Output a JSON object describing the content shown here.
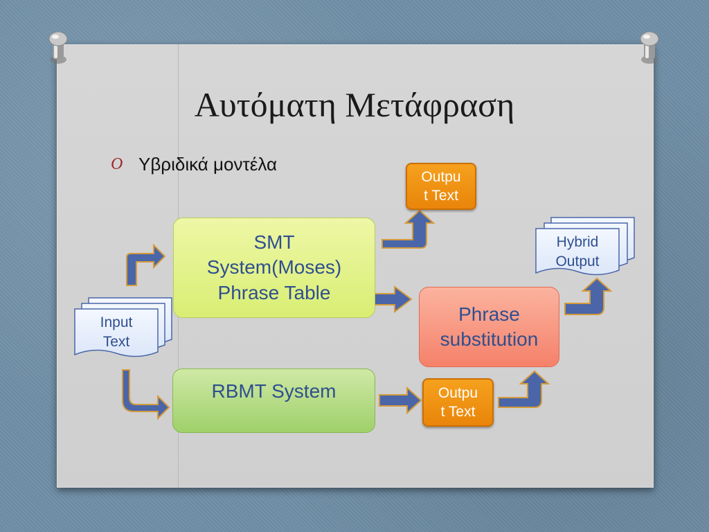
{
  "title": "Αυτόματη Μετάφραση",
  "bullet": {
    "marker": "O",
    "text": "Υβριδικά μοντέλα"
  },
  "nodes": {
    "input": {
      "line1": "Input",
      "line2": "Text"
    },
    "smt": {
      "line1": "SMT",
      "line2": "System(Moses)",
      "line3": "Phrase Table"
    },
    "rbmt": {
      "label": "RBMT System"
    },
    "output_top": {
      "line1": "Outpu",
      "line2": "t Text"
    },
    "output_bottom": {
      "line1": "Outpu",
      "line2": "t Text"
    },
    "phrase": {
      "line1": "Phrase",
      "line2": "substitution"
    },
    "hybrid": {
      "line1": "Hybrid",
      "line2": "Output"
    }
  },
  "colors": {
    "arrow": "#4a66a8",
    "arrow_outline": "#d49a3a",
    "text_blue": "#2f4f8f"
  }
}
